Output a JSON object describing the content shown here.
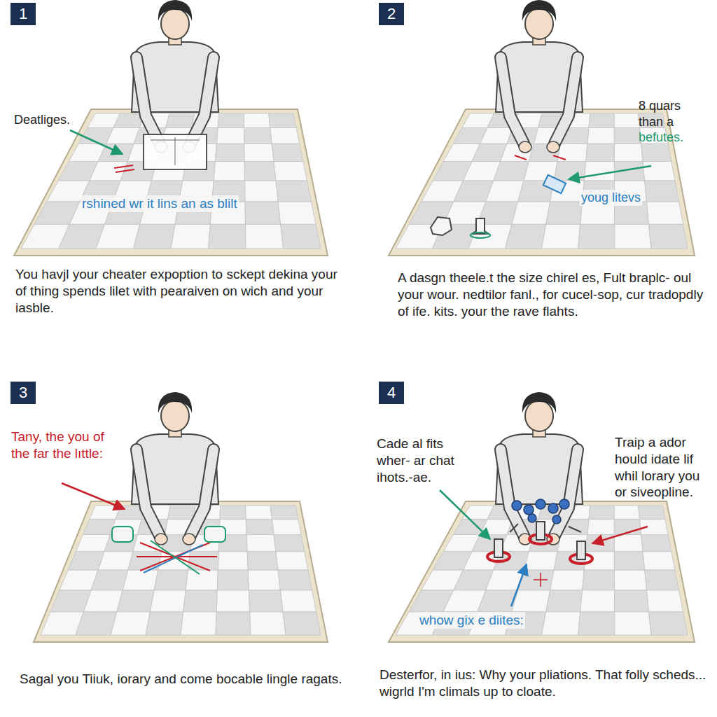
{
  "diagram": {
    "nodes": [
      {
        "text": [
          "1"
        ]
      },
      {
        "text": [
          "2"
        ]
      },
      {
        "text": [
          "3"
        ]
      },
      {
        "text": [
          "4"
        ]
      }
    ],
    "labels": [
      "Deatliges.",
      "rshined wr it lins an as blilt",
      "You havjl your cheater expoption to sckept dekina your of thing spends lilet with pearaiven on wich and your iasble.",
      "8 quars than a",
      "befutes.",
      "youg litevs",
      "A dasgn theele.t the size chirel es, Fult braplc- oul your wour. nedtilor fanl., for cucel-sop, cur tradopdly of ife. kits. your the rave flahts.",
      "Tany, the you of the far the lıttle:",
      "Sagal you Tiiuk, iorary and come bocable lingle ragats.",
      "Cade al fits wher- ar chat ihots.-ae.",
      "Traip a ador hould idate lif whil lorary you or siveopline.",
      "whow gix e diites:",
      "Desterfor, in ius: Why your pliations. That folly scheds... wigrld I'm climals up to cloate."
    ]
  }
}
